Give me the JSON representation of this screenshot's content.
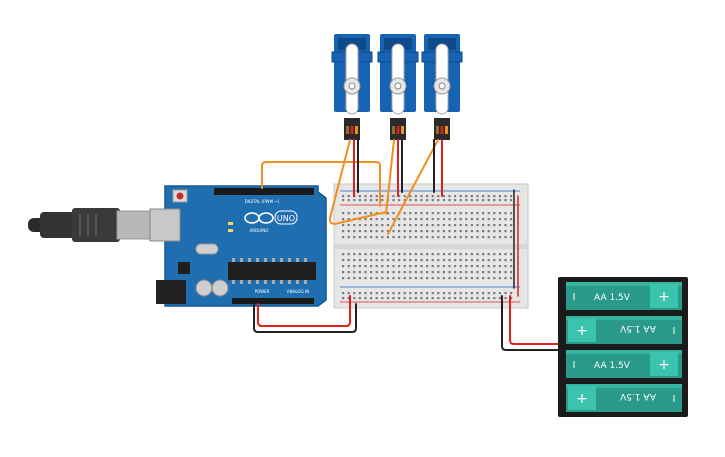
{
  "arduino": {
    "logo_text": "UNO",
    "brand_text": "ARDUINO",
    "digital_header_label": "DIGITAL (PWM ~)",
    "power_label": "POWER",
    "analog_label": "ANALOG IN"
  },
  "servos": {
    "count": 3
  },
  "battery_pack": {
    "cells": [
      {
        "label": "AA 1.5V",
        "orientation": "normal"
      },
      {
        "label": "AA 1.5V",
        "orientation": "flipped"
      },
      {
        "label": "AA 1.5V",
        "orientation": "normal"
      },
      {
        "label": "AA 1.5V",
        "orientation": "flipped"
      }
    ],
    "plus_symbol": "+",
    "minus_symbol": "I"
  },
  "colors": {
    "arduino_board": "#1f6fb0",
    "servo_body": "#1763b3",
    "breadboard": "#e6e6e6",
    "battery_cell": "#2a9a8a",
    "wire_orange": "#f0901e",
    "wire_red": "#e0201e",
    "wire_black": "#222222",
    "usb_cable": "#2b2b2b"
  }
}
